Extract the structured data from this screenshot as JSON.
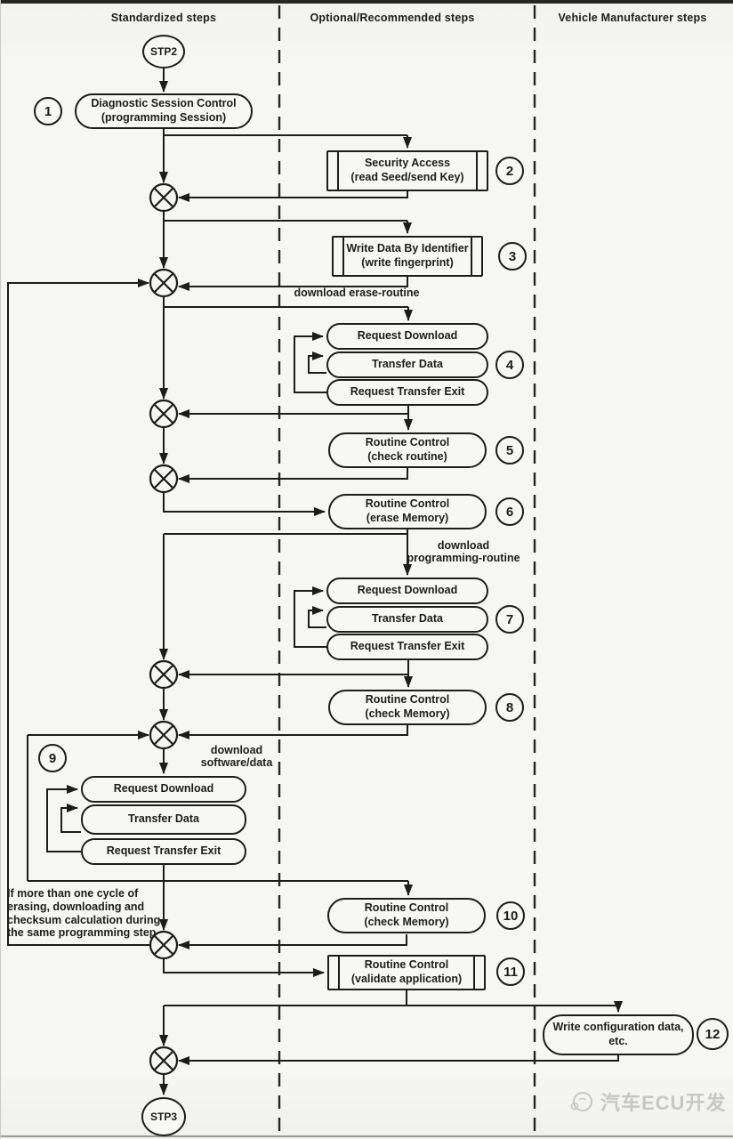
{
  "columns": {
    "standardized": "Standardized steps",
    "optional": "Optional/Recommended steps",
    "manufacturer": "Vehicle Manufacturer steps"
  },
  "terminals": {
    "start": "STP2",
    "end": "STP3"
  },
  "steps": {
    "s1": {
      "num": "1",
      "line1": "Diagnostic Session Control",
      "line2": "(programming Session)"
    },
    "s2": {
      "num": "2",
      "line1": "Security Access",
      "line2": "(read Seed/send Key)"
    },
    "s3": {
      "num": "3",
      "line1": "Write Data By Identifier",
      "line2": "(write fingerprint)"
    },
    "s4": {
      "num": "4",
      "box1": "Request Download",
      "box2": "Transfer Data",
      "box3": "Request Transfer Exit"
    },
    "s5": {
      "num": "5",
      "line1": "Routine Control",
      "line2": "(check routine)"
    },
    "s6": {
      "num": "6",
      "line1": "Routine Control",
      "line2": "(erase Memory)"
    },
    "s7": {
      "num": "7",
      "box1": "Request Download",
      "box2": "Transfer Data",
      "box3": "Request Transfer Exit"
    },
    "s8": {
      "num": "8",
      "line1": "Routine Control",
      "line2": "(check Memory)"
    },
    "s9": {
      "num": "9",
      "box1": "Request Download",
      "box2": "Transfer Data",
      "box3": "Request Transfer Exit"
    },
    "s10": {
      "num": "10",
      "line1": "Routine Control",
      "line2": "(check Memory)"
    },
    "s11": {
      "num": "11",
      "line1": "Routine Control",
      "line2": "(validate application)"
    },
    "s12": {
      "num": "12",
      "line1": "Write configuration data,",
      "line2": "etc."
    }
  },
  "labels": {
    "erase_routine": "download erase-routine",
    "prog_routine_l1": "download",
    "prog_routine_l2": "programming-routine",
    "sw_data_l1": "download",
    "sw_data_l2": "software/data",
    "loop_note_l1": "If more than one cycle of",
    "loop_note_l2": "erasing, downloading and",
    "loop_note_l3": "checksum calculation during",
    "loop_note_l4": "the same programming step"
  },
  "watermark": {
    "text": "汽车ECU开发"
  },
  "colors": {
    "ink": "#1c1c1c",
    "paper": "#f6f6f4",
    "watermark_gray": "#c6c6c4"
  }
}
